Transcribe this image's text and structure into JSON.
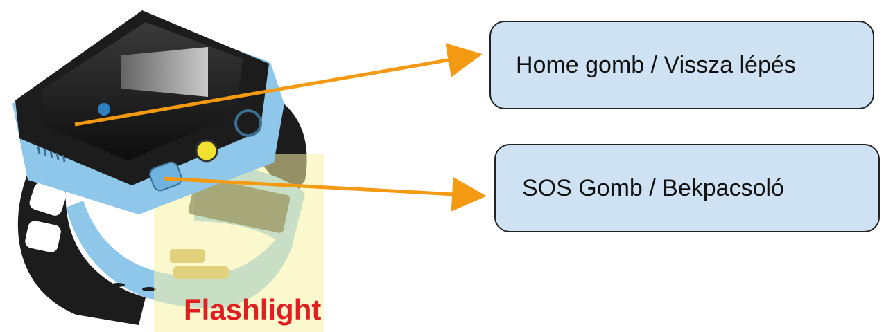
{
  "callouts": {
    "home": {
      "label": "Home gomb / Vissza lépés"
    },
    "sos": {
      "label": "SOS Gomb / Bekpacsoló"
    }
  },
  "flashlight": {
    "label": "Flashlight"
  },
  "colors": {
    "arrow": "#f39a12",
    "box_fill": "#cfe2f3",
    "box_border": "#222222",
    "flash_text": "#e02020",
    "flash_zone": "#f7f3a6",
    "watch_blue": "#8fc7ea",
    "strap_black": "#1c1c1c"
  }
}
